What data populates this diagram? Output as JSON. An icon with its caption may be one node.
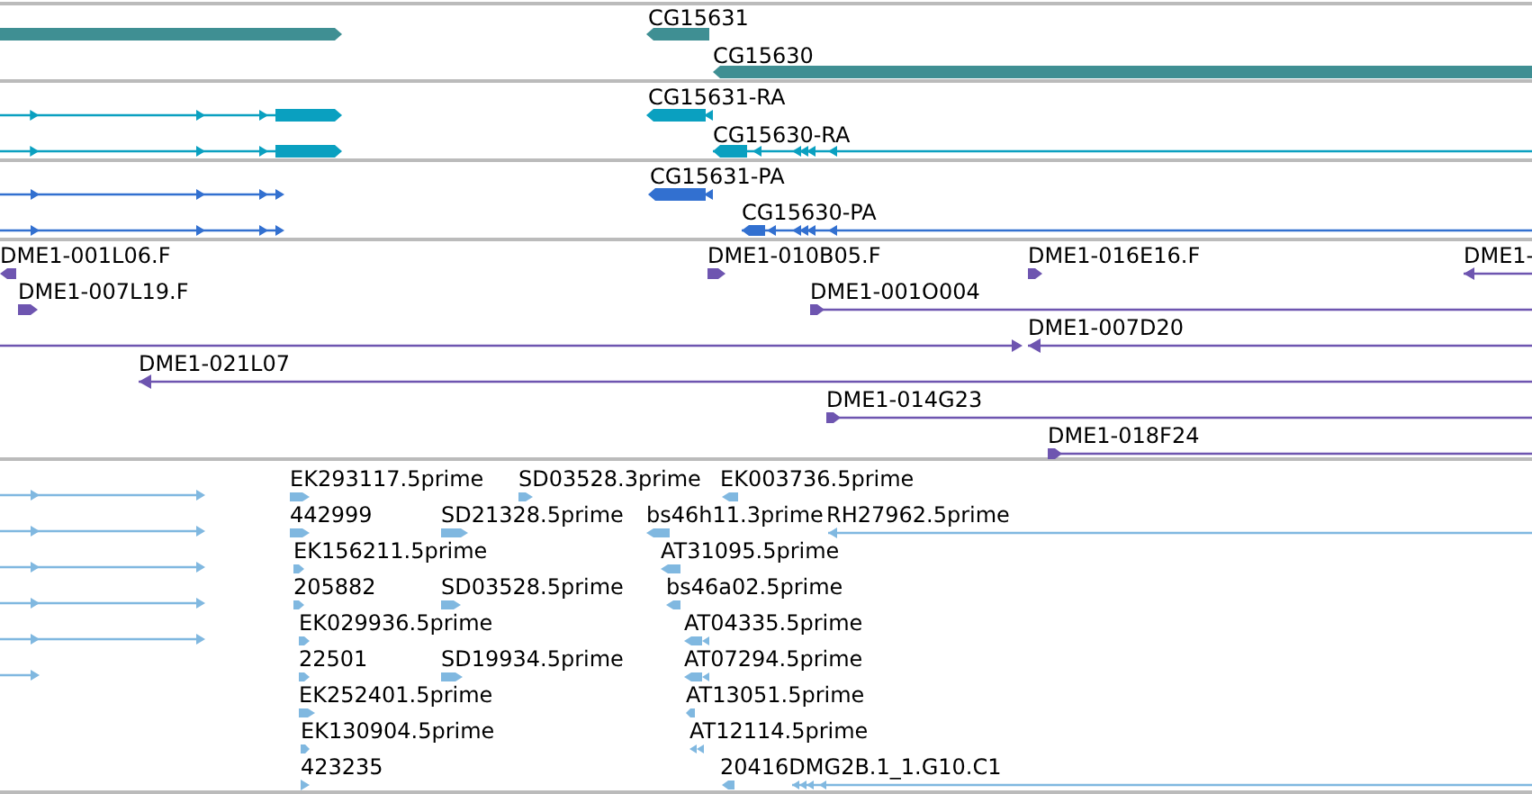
{
  "diagram": {
    "labels": [
      "CG15631",
      "CG15630",
      "CG15631-RA",
      "CG15630-RA",
      "CG15631-PA",
      "CG15630-PA",
      "DME1-001L06.F",
      "DME1-010B05.F",
      "DME1-016E16.F",
      "DME1-",
      "DME1-007L19.F",
      "DME1-001O004",
      "DME1-007D20",
      "DME1-021L07",
      "DME1-014G23",
      "DME1-018F24",
      "EK293117.5prime",
      "SD03528.3prime",
      "EK003736.5prime",
      "442999",
      "SD21328.5prime",
      "bs46h11.3prime",
      "RH27962.5prime",
      "EK156211.5prime",
      "AT31095.5prime",
      "205882",
      "SD03528.5prime",
      "bs46a02.5prime",
      "EK029936.5prime",
      "AT04335.5prime",
      "22501",
      "SD19934.5prime",
      "AT07294.5prime",
      "EK252401.5prime",
      "AT13051.5prime",
      "EK130904.5prime",
      "AT12114.5prime",
      "423235",
      "20416DMG2B.1_1.G10.C1"
    ]
  }
}
